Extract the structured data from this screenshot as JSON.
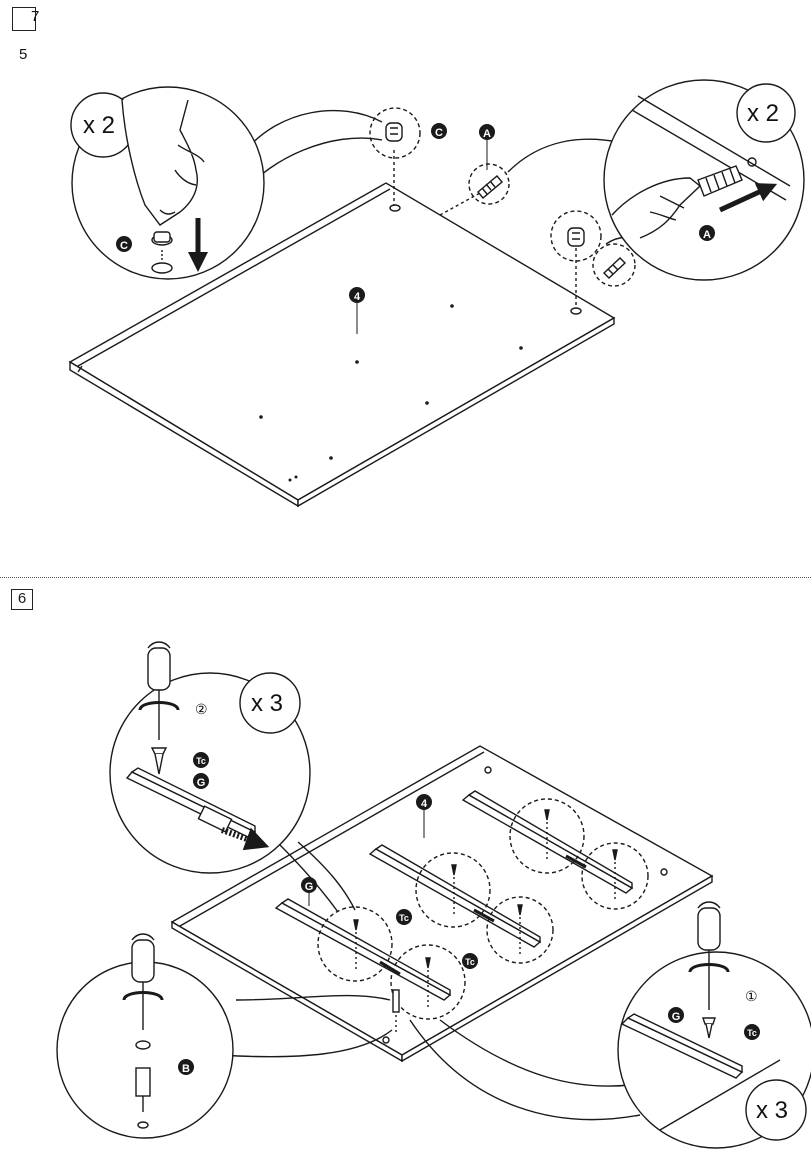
{
  "page": {
    "header_box_text": "7",
    "step_a": "5",
    "step_b": "6"
  },
  "step5": {
    "panel_label": "4",
    "callout_left": {
      "multiplier": "x 2",
      "part": "C"
    },
    "callout_right": {
      "multiplier": "x 2",
      "part": "A"
    },
    "part_cam_label": "C",
    "part_dowel_label": "A"
  },
  "step6": {
    "panel_label": "4",
    "rail_label": "G",
    "screw_label": "Tc",
    "callout_top_left": {
      "multiplier": "x 3",
      "order": "②",
      "screw": "Tc",
      "rail": "G"
    },
    "callout_bottom_left": {
      "part": "B"
    },
    "callout_bottom_right": {
      "multiplier": "x 3",
      "order": "①",
      "screw": "Tc",
      "rail": "G"
    }
  },
  "colors": {
    "line": "#1a1a1a",
    "fill": "#ffffff",
    "badge": "#1a1a1a"
  }
}
